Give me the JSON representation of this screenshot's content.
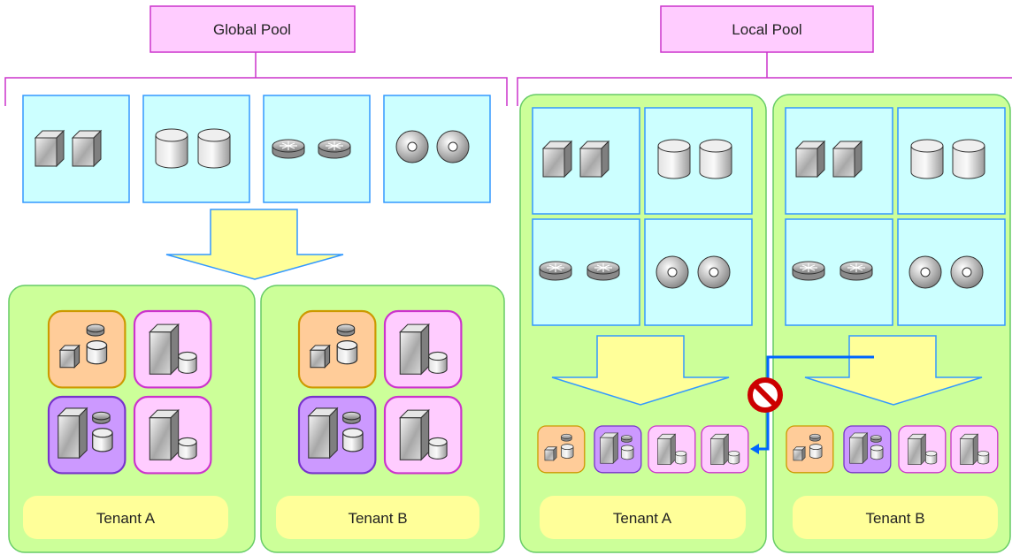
{
  "global_pool": {
    "title": "Global Pool",
    "tenants": [
      {
        "label": "Tenant A"
      },
      {
        "label": "Tenant B"
      }
    ]
  },
  "local_pool": {
    "title": "Local Pool",
    "tenants": [
      {
        "label": "Tenant A"
      },
      {
        "label": "Tenant B"
      }
    ]
  },
  "resource_icons": [
    "server-icon",
    "storage-icon",
    "router-icon",
    "disk-icon"
  ],
  "colors": {
    "title_box_fill": "#ffccff",
    "title_box_stroke": "#cc33cc",
    "resource_cell_fill": "#ccffff",
    "resource_cell_stroke": "#3399ff",
    "tenant_fill": "#ccff99",
    "tenant_stroke": "#66cc66",
    "tenant_label_fill": "#ffff99",
    "arrow_fill": "#ffff99",
    "arrow_stroke": "#3399ff",
    "orange_group": "#ffcc99",
    "violet_group": "#cc99ff",
    "pink_group": "#ffccff",
    "blocked_path": "#0066ff",
    "prohibited": "#cc0000"
  }
}
